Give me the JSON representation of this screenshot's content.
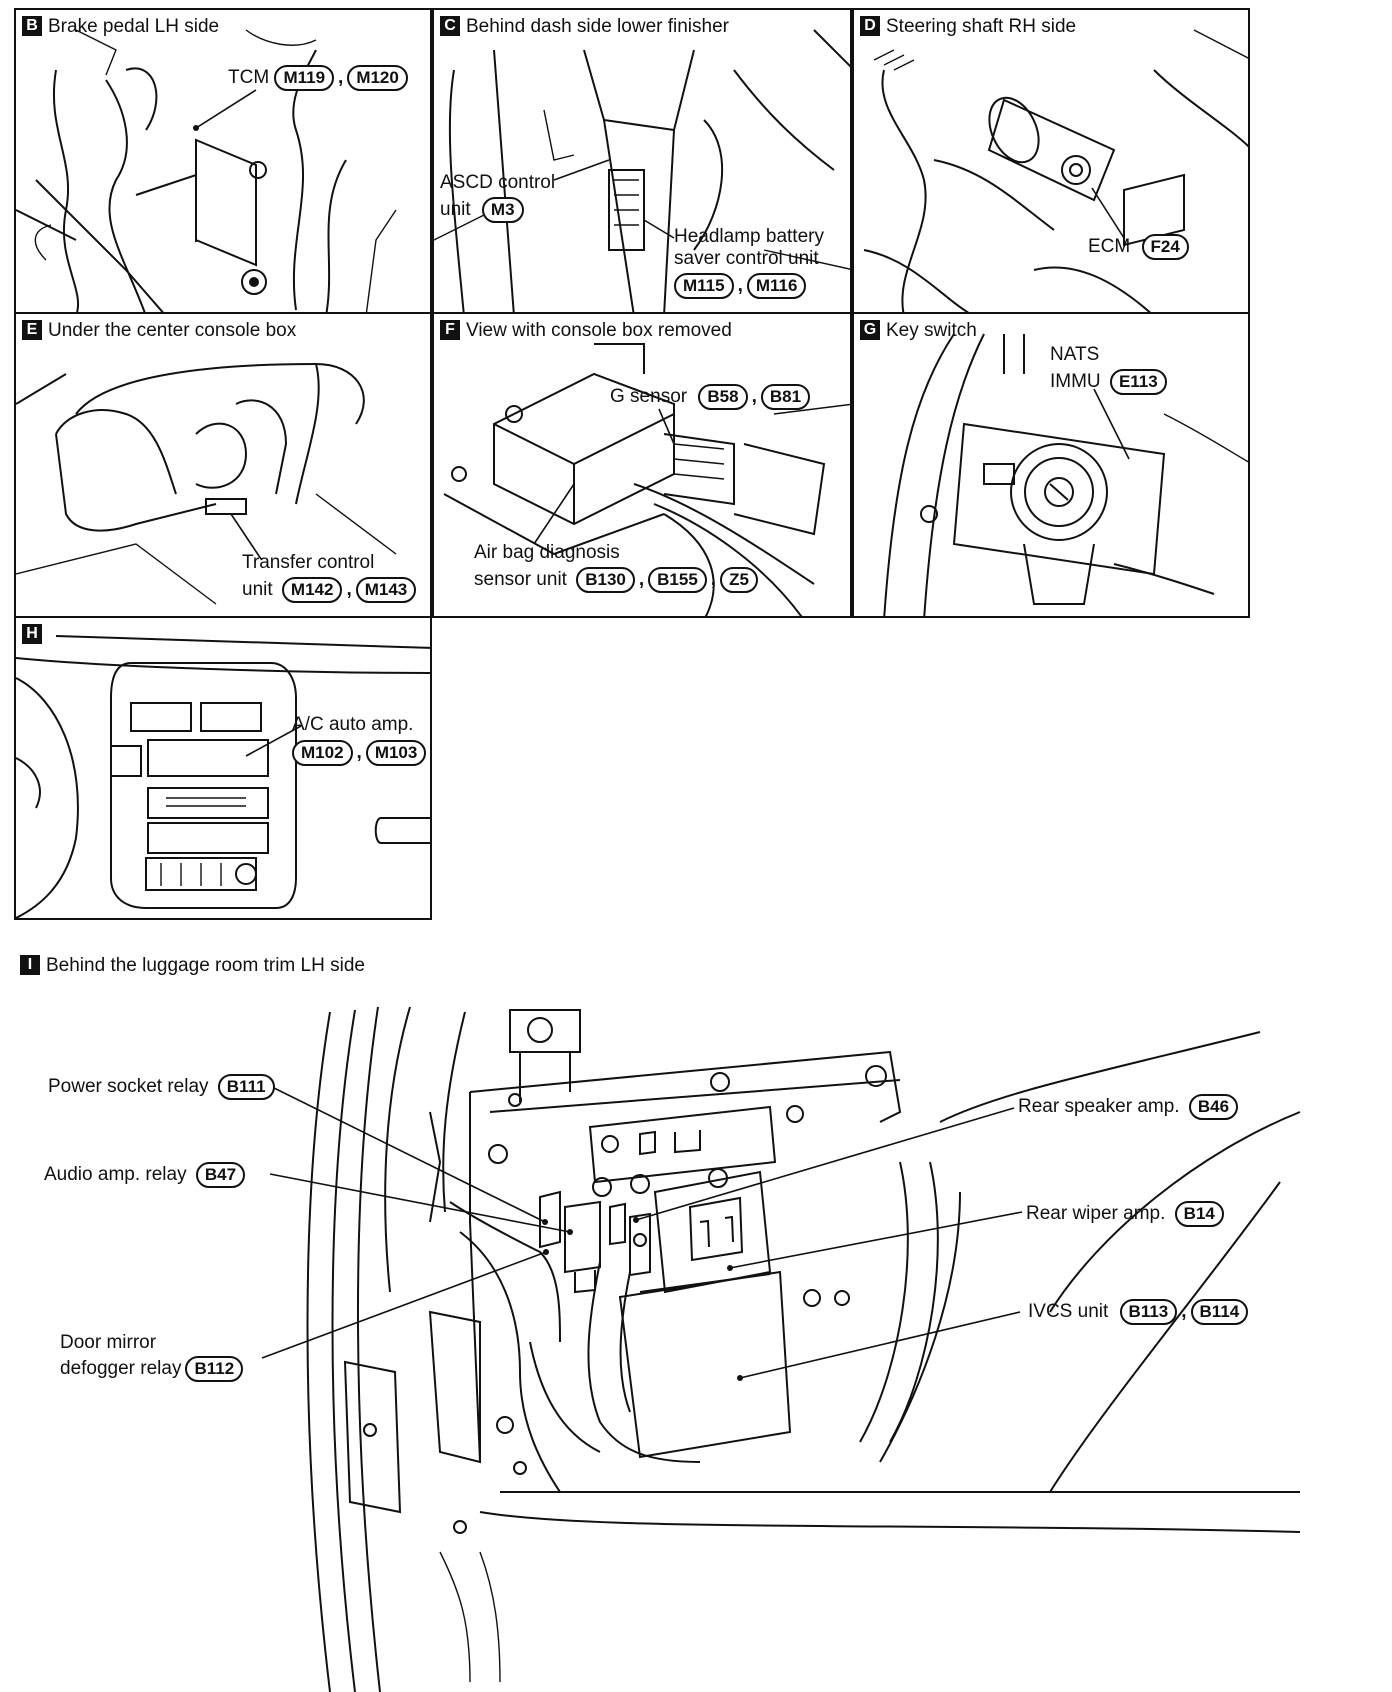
{
  "panels": {
    "B": {
      "letter": "B",
      "title": "Brake pedal LH side",
      "labels": [
        {
          "text": "TCM",
          "connectors": [
            "M119",
            "M120"
          ]
        }
      ]
    },
    "C": {
      "letter": "C",
      "title": "Behind dash side lower finisher",
      "labels": [
        {
          "lines": [
            "ASCD control",
            "unit"
          ],
          "connectors": [
            "M3"
          ]
        },
        {
          "lines": [
            "Headlamp battery",
            "saver control unit"
          ],
          "connectors": [
            "M115",
            "M116"
          ]
        }
      ]
    },
    "D": {
      "letter": "D",
      "title": "Steering shaft RH side",
      "labels": [
        {
          "text": "ECM",
          "connectors": [
            "F24"
          ]
        }
      ]
    },
    "E": {
      "letter": "E",
      "title": "Under the center console box",
      "labels": [
        {
          "lines": [
            "Transfer control",
            "unit"
          ],
          "connectors": [
            "M142",
            "M143"
          ]
        }
      ]
    },
    "F": {
      "letter": "F",
      "title": "View with console box removed",
      "labels": [
        {
          "text": "G sensor",
          "connectors": [
            "B58",
            "B81"
          ]
        },
        {
          "lines": [
            "Air bag diagnosis",
            "sensor unit"
          ],
          "connectors": [
            "B130",
            "B155",
            "Z5"
          ]
        }
      ]
    },
    "G": {
      "letter": "G",
      "title": "Key switch",
      "labels": [
        {
          "lines": [
            "NATS",
            "IMMU"
          ],
          "connectors": [
            "E113"
          ]
        }
      ]
    },
    "H": {
      "letter": "H",
      "title": "",
      "labels": [
        {
          "text": "A/C auto amp.",
          "connectors": [
            "M102",
            "M103"
          ]
        }
      ]
    },
    "I": {
      "letter": "I",
      "title": "Behind the luggage room trim LH side",
      "labels": [
        {
          "text": "Power socket relay",
          "connectors": [
            "B111"
          ]
        },
        {
          "text": "Audio amp. relay",
          "connectors": [
            "B47"
          ]
        },
        {
          "lines": [
            "Door mirror",
            "defogger relay"
          ],
          "connectors": [
            "B112"
          ]
        },
        {
          "text": "Rear speaker amp.",
          "connectors": [
            "B46"
          ]
        },
        {
          "text": "Rear wiper amp.",
          "connectors": [
            "B14"
          ]
        },
        {
          "text": "IVCS unit",
          "connectors": [
            "B113",
            "B114"
          ]
        }
      ]
    }
  },
  "separator": ","
}
